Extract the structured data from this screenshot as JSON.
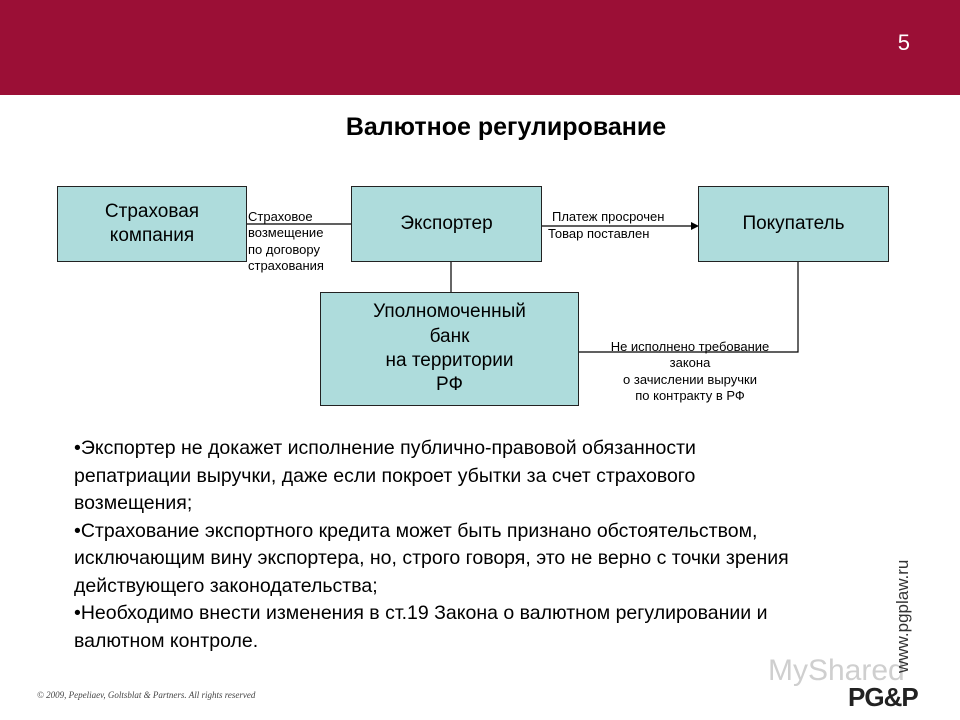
{
  "header": {
    "page_number": "5",
    "bar_color": "#9b0f36"
  },
  "title": "Валютное регулирование",
  "diagram": {
    "box_fill": "#aedcdc",
    "nodes": {
      "insurer": "Страховая\nкомпания",
      "exporter": "Экспортер",
      "buyer": "Покупатель",
      "bank": "Уполномоченный\nбанк\nна территории\nРФ"
    },
    "edge_labels": {
      "insurance": "Страховое\nвозмещение\nпо договору\nстрахования",
      "payment_overdue": "Платеж просрочен",
      "goods_delivered": "Товар поставлен",
      "requirement": "Не исполнено требование\nзакона\nо зачислении выручки\nпо контракту в РФ"
    }
  },
  "bullets": [
    "•Экспортер не докажет исполнение публично-правовой обязанности репатриации выручки, даже если покроет убытки за счет страхового возмещения;",
    "•Страхование экспортного кредита может быть признано обстоятельством, исключающим вину экспортера, но, строго говоря, это не верно с точки зрения действующего законодательства;",
    "•Необходимо внести изменения в ст.19 Закона о валютном регулировании и валютном контроле."
  ],
  "footer": {
    "copyright": "© 2009, Pepeliaev, Goltsblat & Partners. All rights reserved",
    "site": "www.pgplaw.ru",
    "logo": "PG&P",
    "watermark": "MyShared"
  }
}
